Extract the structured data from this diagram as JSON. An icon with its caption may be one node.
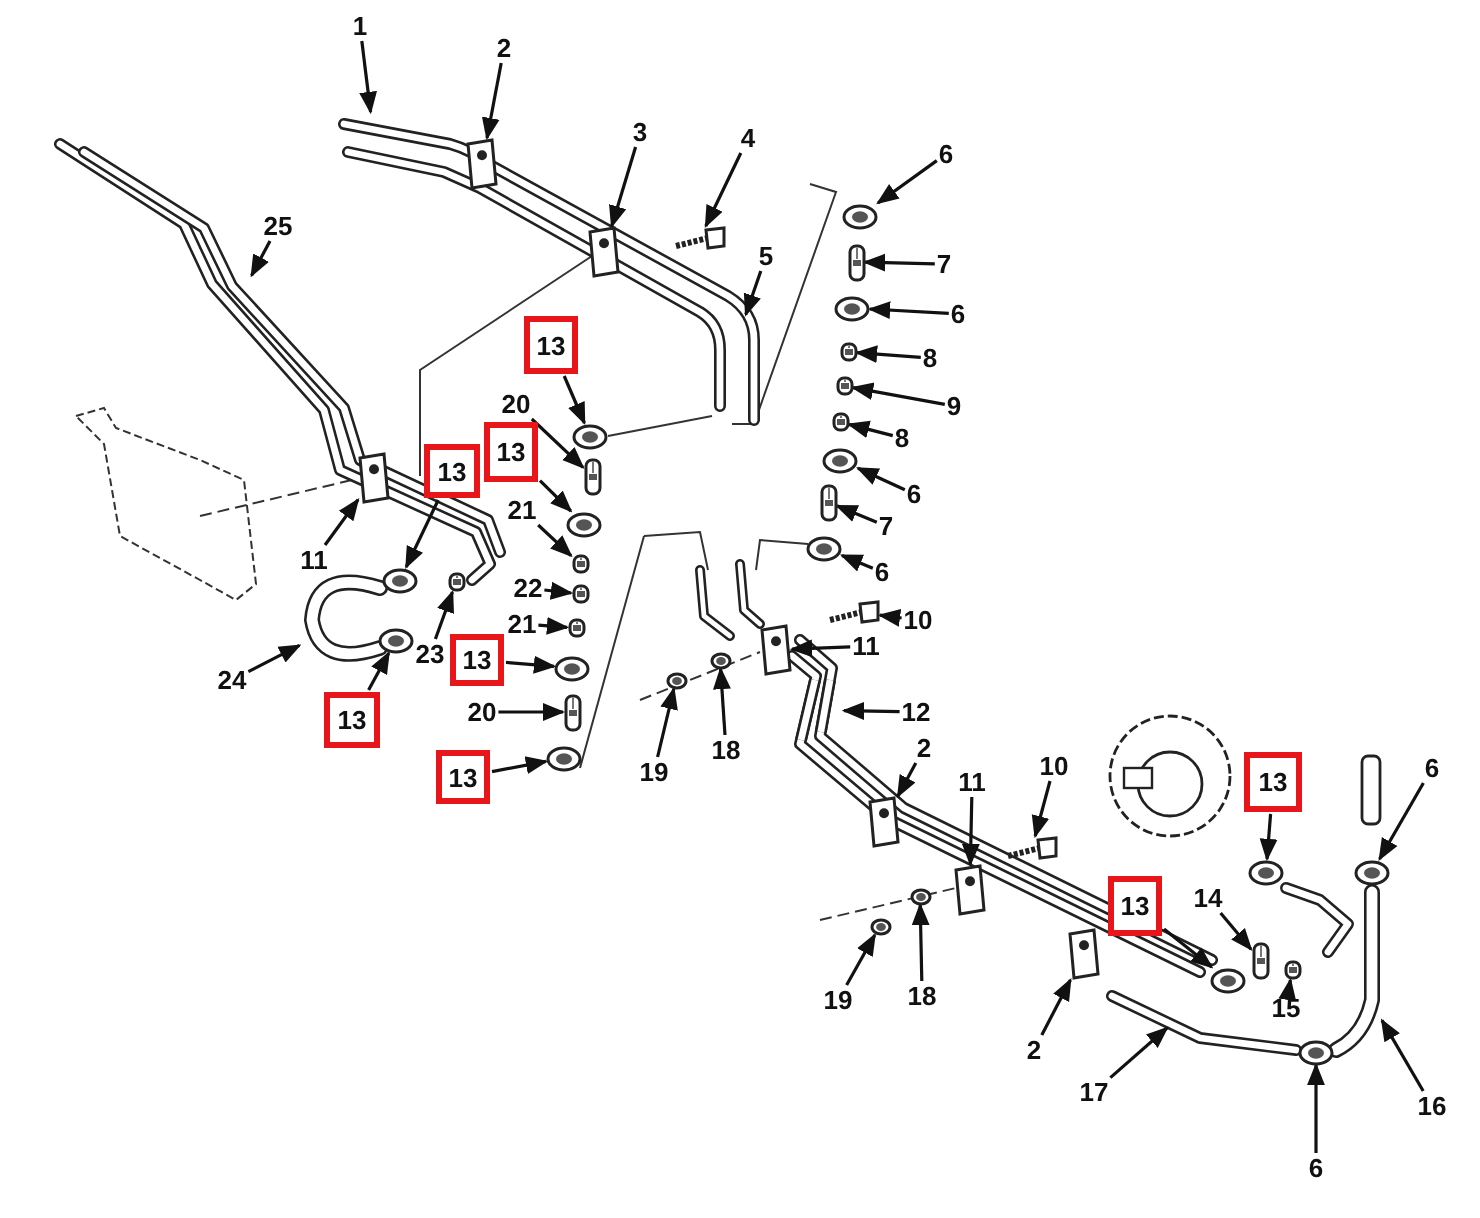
{
  "diagram": {
    "nodes": [
      {
        "text": [
          "1"
        ]
      },
      {
        "text": [
          "2"
        ]
      },
      {
        "text": [
          "3"
        ]
      },
      {
        "text": [
          "4"
        ]
      },
      {
        "text": [
          "25"
        ]
      },
      {
        "text": [
          "5"
        ]
      },
      {
        "text": [
          "6"
        ]
      },
      {
        "text": [
          "7"
        ]
      },
      {
        "text": [
          "6"
        ]
      },
      {
        "text": [],
        "shape": "box"
      },
      {
        "text": [
          "13"
        ],
        "in": 9
      },
      {
        "text": [
          "8"
        ]
      },
      {
        "text": [
          "9"
        ]
      },
      {
        "text": [
          "20"
        ]
      },
      {
        "text": [
          "8"
        ]
      },
      {
        "text": [],
        "shape": "box"
      },
      {
        "text": [
          "13"
        ],
        "in": 15
      },
      {
        "text": [],
        "shape": "box"
      },
      {
        "text": [
          "13"
        ],
        "in": 17
      },
      {
        "text": [
          "6"
        ]
      },
      {
        "text": [
          "21"
        ]
      },
      {
        "text": [
          "7"
        ]
      },
      {
        "text": [
          "11"
        ]
      },
      {
        "text": [
          "6"
        ]
      },
      {
        "text": [
          "22"
        ]
      },
      {
        "text": [
          "10"
        ]
      },
      {
        "text": [
          "21"
        ]
      },
      {
        "text": [
          "11"
        ]
      },
      {
        "text": [
          "23"
        ]
      },
      {
        "text": [],
        "shape": "box"
      },
      {
        "text": [
          "13"
        ],
        "in": 29
      },
      {
        "text": [
          "24"
        ]
      },
      {
        "text": [
          "12"
        ]
      },
      {
        "text": [],
        "shape": "box"
      },
      {
        "text": [
          "13"
        ],
        "in": 33
      },
      {
        "text": [
          "20"
        ]
      },
      {
        "text": [
          "19"
        ]
      },
      {
        "text": [
          "18"
        ]
      },
      {
        "text": [
          "2"
        ]
      },
      {
        "text": [],
        "shape": "box"
      },
      {
        "text": [
          "13"
        ],
        "in": 39
      },
      {
        "text": [],
        "shape": "box"
      },
      {
        "text": [
          "13"
        ],
        "in": 41
      },
      {
        "text": [
          "6"
        ]
      },
      {
        "text": [
          "11"
        ]
      },
      {
        "text": [
          "10"
        ]
      },
      {
        "text": [],
        "shape": "box"
      },
      {
        "text": [
          "13"
        ],
        "in": 46
      },
      {
        "text": [
          "14"
        ]
      },
      {
        "text": [
          "18"
        ]
      },
      {
        "text": [
          "19"
        ]
      },
      {
        "text": [
          "15"
        ]
      },
      {
        "text": [
          "2"
        ]
      },
      {
        "text": [
          "17"
        ]
      },
      {
        "text": [
          "16"
        ]
      },
      {
        "text": [
          "6"
        ]
      },
      {
        "text": [],
        "shape": "picture"
      },
      {
        "text": [],
        "shape": "picture"
      },
      {
        "text": [],
        "shape": "picture"
      },
      {
        "text": [],
        "shape": "picture"
      },
      {
        "text": [],
        "shape": "picture"
      },
      {
        "text": [],
        "shape": "picture"
      },
      {
        "text": [],
        "shape": "picture"
      },
      {
        "text": [],
        "shape": "picture"
      },
      {
        "text": [],
        "shape": "picture"
      },
      {
        "text": [],
        "shape": "picture"
      },
      {
        "text": [],
        "shape": "picture"
      },
      {
        "text": [],
        "shape": "picture"
      },
      {
        "text": [],
        "shape": "picture"
      },
      {
        "text": [],
        "shape": "picture"
      },
      {
        "text": [],
        "shape": "picture"
      },
      {
        "text": [],
        "shape": "picture"
      },
      {
        "text": [],
        "shape": "picture"
      },
      {
        "text": [],
        "shape": "picture"
      },
      {
        "text": [],
        "shape": "picture"
      },
      {
        "text": [],
        "shape": "picture"
      },
      {
        "text": [],
        "shape": "picture"
      },
      {
        "text": [],
        "shape": "picture"
      },
      {
        "text": [],
        "shape": "picture"
      },
      {
        "text": [],
        "shape": "picture"
      },
      {
        "text": [],
        "shape": "picture"
      },
      {
        "text": [],
        "shape": "picture"
      },
      {
        "text": [],
        "shape": "picture"
      },
      {
        "text": [],
        "shape": "picture"
      },
      {
        "text": [],
        "shape": "picture"
      },
      {
        "text": [],
        "shape": "picture"
      },
      {
        "text": [],
        "shape": "picture"
      },
      {
        "text": [],
        "shape": "picture"
      },
      {
        "text": [],
        "shape": "picture"
      },
      {
        "text": [],
        "shape": "picture"
      },
      {
        "text": [],
        "shape": "picture"
      },
      {
        "text": [],
        "shape": "picture"
      },
      {
        "text": [],
        "shape": "picture"
      },
      {
        "text": [],
        "shape": "picture"
      },
      {
        "text": [],
        "shape": "picture"
      },
      {
        "text": [],
        "shape": "picture"
      },
      {
        "text": [],
        "shape": "picture"
      },
      {
        "text": [],
        "shape": "picture"
      }
    ],
    "edges": [
      {
        "from": 0,
        "to": null,
        "arrow": "to"
      },
      {
        "from": 1,
        "to": 56,
        "arrow": "to"
      },
      {
        "from": 2,
        "to": 57,
        "arrow": "to"
      },
      {
        "from": 3,
        "to": 58,
        "arrow": "to"
      },
      {
        "from": 4,
        "to": null,
        "arrow": "to"
      },
      {
        "from": 5,
        "to": null,
        "arrow": "to"
      },
      {
        "from": 6,
        "to": 59,
        "arrow": "to"
      },
      {
        "from": 7,
        "to": 60,
        "arrow": "to"
      },
      {
        "from": 8,
        "to": 61,
        "arrow": "to"
      },
      {
        "from": 10,
        "to": 62,
        "arrow": "to"
      },
      {
        "from": 11,
        "to": 63,
        "arrow": "to"
      },
      {
        "from": 12,
        "to": 64,
        "arrow": "to"
      },
      {
        "from": 13,
        "to": 65,
        "arrow": "to"
      },
      {
        "from": 14,
        "to": 66,
        "arrow": "to"
      },
      {
        "from": 16,
        "to": 67,
        "arrow": "to"
      },
      {
        "from": 18,
        "to": 68,
        "arrow": "to"
      },
      {
        "from": 19,
        "to": 69,
        "arrow": "to"
      },
      {
        "from": 20,
        "to": 70,
        "arrow": "to"
      },
      {
        "from": 21,
        "to": 71,
        "arrow": "to"
      },
      {
        "from": 22,
        "to": 72,
        "arrow": "to"
      },
      {
        "from": 23,
        "to": 73,
        "arrow": "to"
      },
      {
        "from": 24,
        "to": 74,
        "arrow": "to"
      },
      {
        "from": 25,
        "to": 75,
        "arrow": "to"
      },
      {
        "from": 26,
        "to": 76,
        "arrow": "to"
      },
      {
        "from": 27,
        "to": 77,
        "arrow": "to"
      },
      {
        "from": 28,
        "to": 78,
        "arrow": "to"
      },
      {
        "from": 30,
        "to": 79,
        "arrow": "to"
      },
      {
        "from": 31,
        "to": null,
        "arrow": "to"
      },
      {
        "from": 32,
        "to": 97,
        "arrow": "to"
      },
      {
        "from": 34,
        "to": 80,
        "arrow": "to"
      },
      {
        "from": 35,
        "to": 81,
        "arrow": "to"
      },
      {
        "from": 36,
        "to": 82,
        "arrow": "to"
      },
      {
        "from": 37,
        "to": 83,
        "arrow": "to"
      },
      {
        "from": 38,
        "to": 84,
        "arrow": "to"
      },
      {
        "from": 40,
        "to": 85,
        "arrow": "to"
      },
      {
        "from": 42,
        "to": 86,
        "arrow": "to"
      },
      {
        "from": 43,
        "to": 87,
        "arrow": "to"
      },
      {
        "from": 44,
        "to": 88,
        "arrow": "to"
      },
      {
        "from": 45,
        "to": 89,
        "arrow": "to"
      },
      {
        "from": 47,
        "to": 90,
        "arrow": "to"
      },
      {
        "from": 48,
        "to": 91,
        "arrow": "to"
      },
      {
        "from": 49,
        "to": 92,
        "arrow": "to"
      },
      {
        "from": 50,
        "to": 93,
        "arrow": "to"
      },
      {
        "from": 51,
        "to": 94,
        "arrow": "to"
      },
      {
        "from": 52,
        "to": 95,
        "arrow": "to"
      },
      {
        "from": 53,
        "to": null,
        "arrow": "to"
      },
      {
        "from": 54,
        "to": null,
        "arrow": "to"
      },
      {
        "from": 55,
        "to": 96,
        "arrow": "to"
      }
    ]
  }
}
